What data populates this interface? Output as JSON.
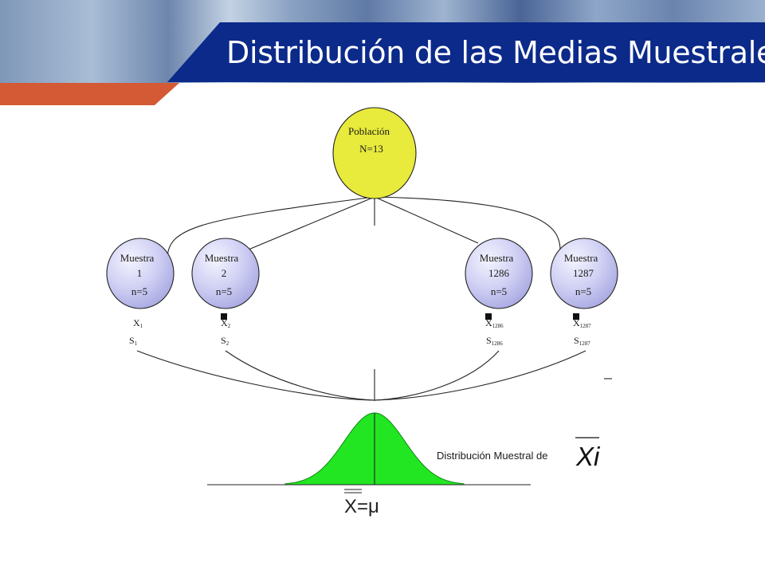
{
  "header": {
    "title": "Distribución de las Medias Muestrales"
  },
  "population": {
    "label": "Población",
    "size": "N=13"
  },
  "samples": [
    {
      "label": "Muestra",
      "number": "1",
      "n": "n=5",
      "mean": "X",
      "sd": "S",
      "sub": "1"
    },
    {
      "label": "Muestra",
      "number": "2",
      "n": "n=5",
      "mean": "X",
      "sd": "S",
      "sub": "2"
    },
    {
      "label": "Muestra",
      "number": "1286",
      "n": "n=5",
      "mean": "X",
      "sd": "S",
      "sub": "1286"
    },
    {
      "label": "Muestra",
      "number": "1287",
      "n": "n=5",
      "mean": "X",
      "sd": "S",
      "sub": "1287"
    }
  ],
  "distribution": {
    "caption": "Distribución Muestral de",
    "symbol": "Xi",
    "center_label": "X=μ"
  },
  "colors": {
    "title_band": "#0b2a8a",
    "accent": "#d35a34",
    "population_fill": "#e8ea3c",
    "sample_fill": "#c9c9f2",
    "curve_fill": "#22e622"
  }
}
